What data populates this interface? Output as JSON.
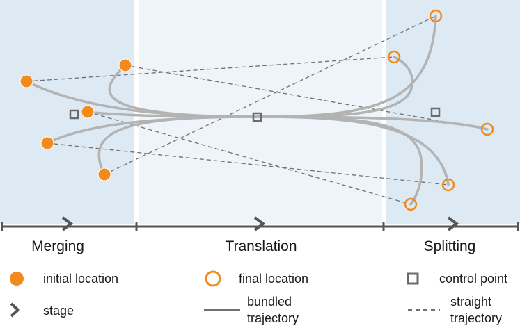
{
  "stages": [
    {
      "label": "Merging"
    },
    {
      "label": "Translation"
    },
    {
      "label": "Splitting"
    }
  ],
  "legend": {
    "initial_location": "initial location",
    "final_location": "final location",
    "control_point": "control point",
    "stage": "stage",
    "bundled_trajectory": [
      "bundled",
      "trajectory"
    ],
    "straight_trajectory": [
      "straight",
      "trajectory"
    ]
  },
  "colors": {
    "initial_fill": "#f28a1e",
    "final_stroke": "#f28a1e",
    "bundled": "#b3b3b3",
    "straight": "#707070",
    "control": "#6b6b6b",
    "axis": "#555555",
    "merge_bg": "#dde9f3",
    "translate_bg": "#eef4fa",
    "split_bg": "#dde9f3"
  }
}
